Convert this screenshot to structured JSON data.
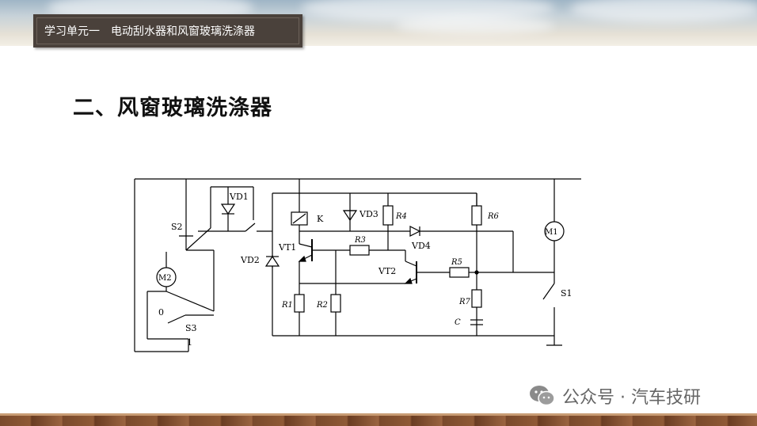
{
  "header": {
    "title": "学习单元一　电动刮水器和风窗玻璃洗涤器"
  },
  "slide": {
    "heading": "二、风窗玻璃洗涤器"
  },
  "diagram": {
    "labels": {
      "vd1": "VD1",
      "vd2": "VD2",
      "vd3": "VD3",
      "vd4": "VD4",
      "vt1": "VT1",
      "vt2": "VT2",
      "k": "K",
      "s1": "S1",
      "s2": "S2",
      "s3": "S3",
      "s3_pos0": "0",
      "s3_pos1": "1",
      "m1": "M1",
      "m2": "M2",
      "r1": "R1",
      "r2": "R2",
      "r3": "R3",
      "r4": "R4",
      "r5": "R5",
      "r6": "R6",
      "r7": "R7",
      "c": "C"
    }
  },
  "watermark": {
    "text": "公众号 · 汽车技研",
    "icon": "wechat-icon"
  },
  "colors": {
    "title_bar": "#4a413b",
    "heading": "#111111",
    "watermark": "#666666"
  }
}
